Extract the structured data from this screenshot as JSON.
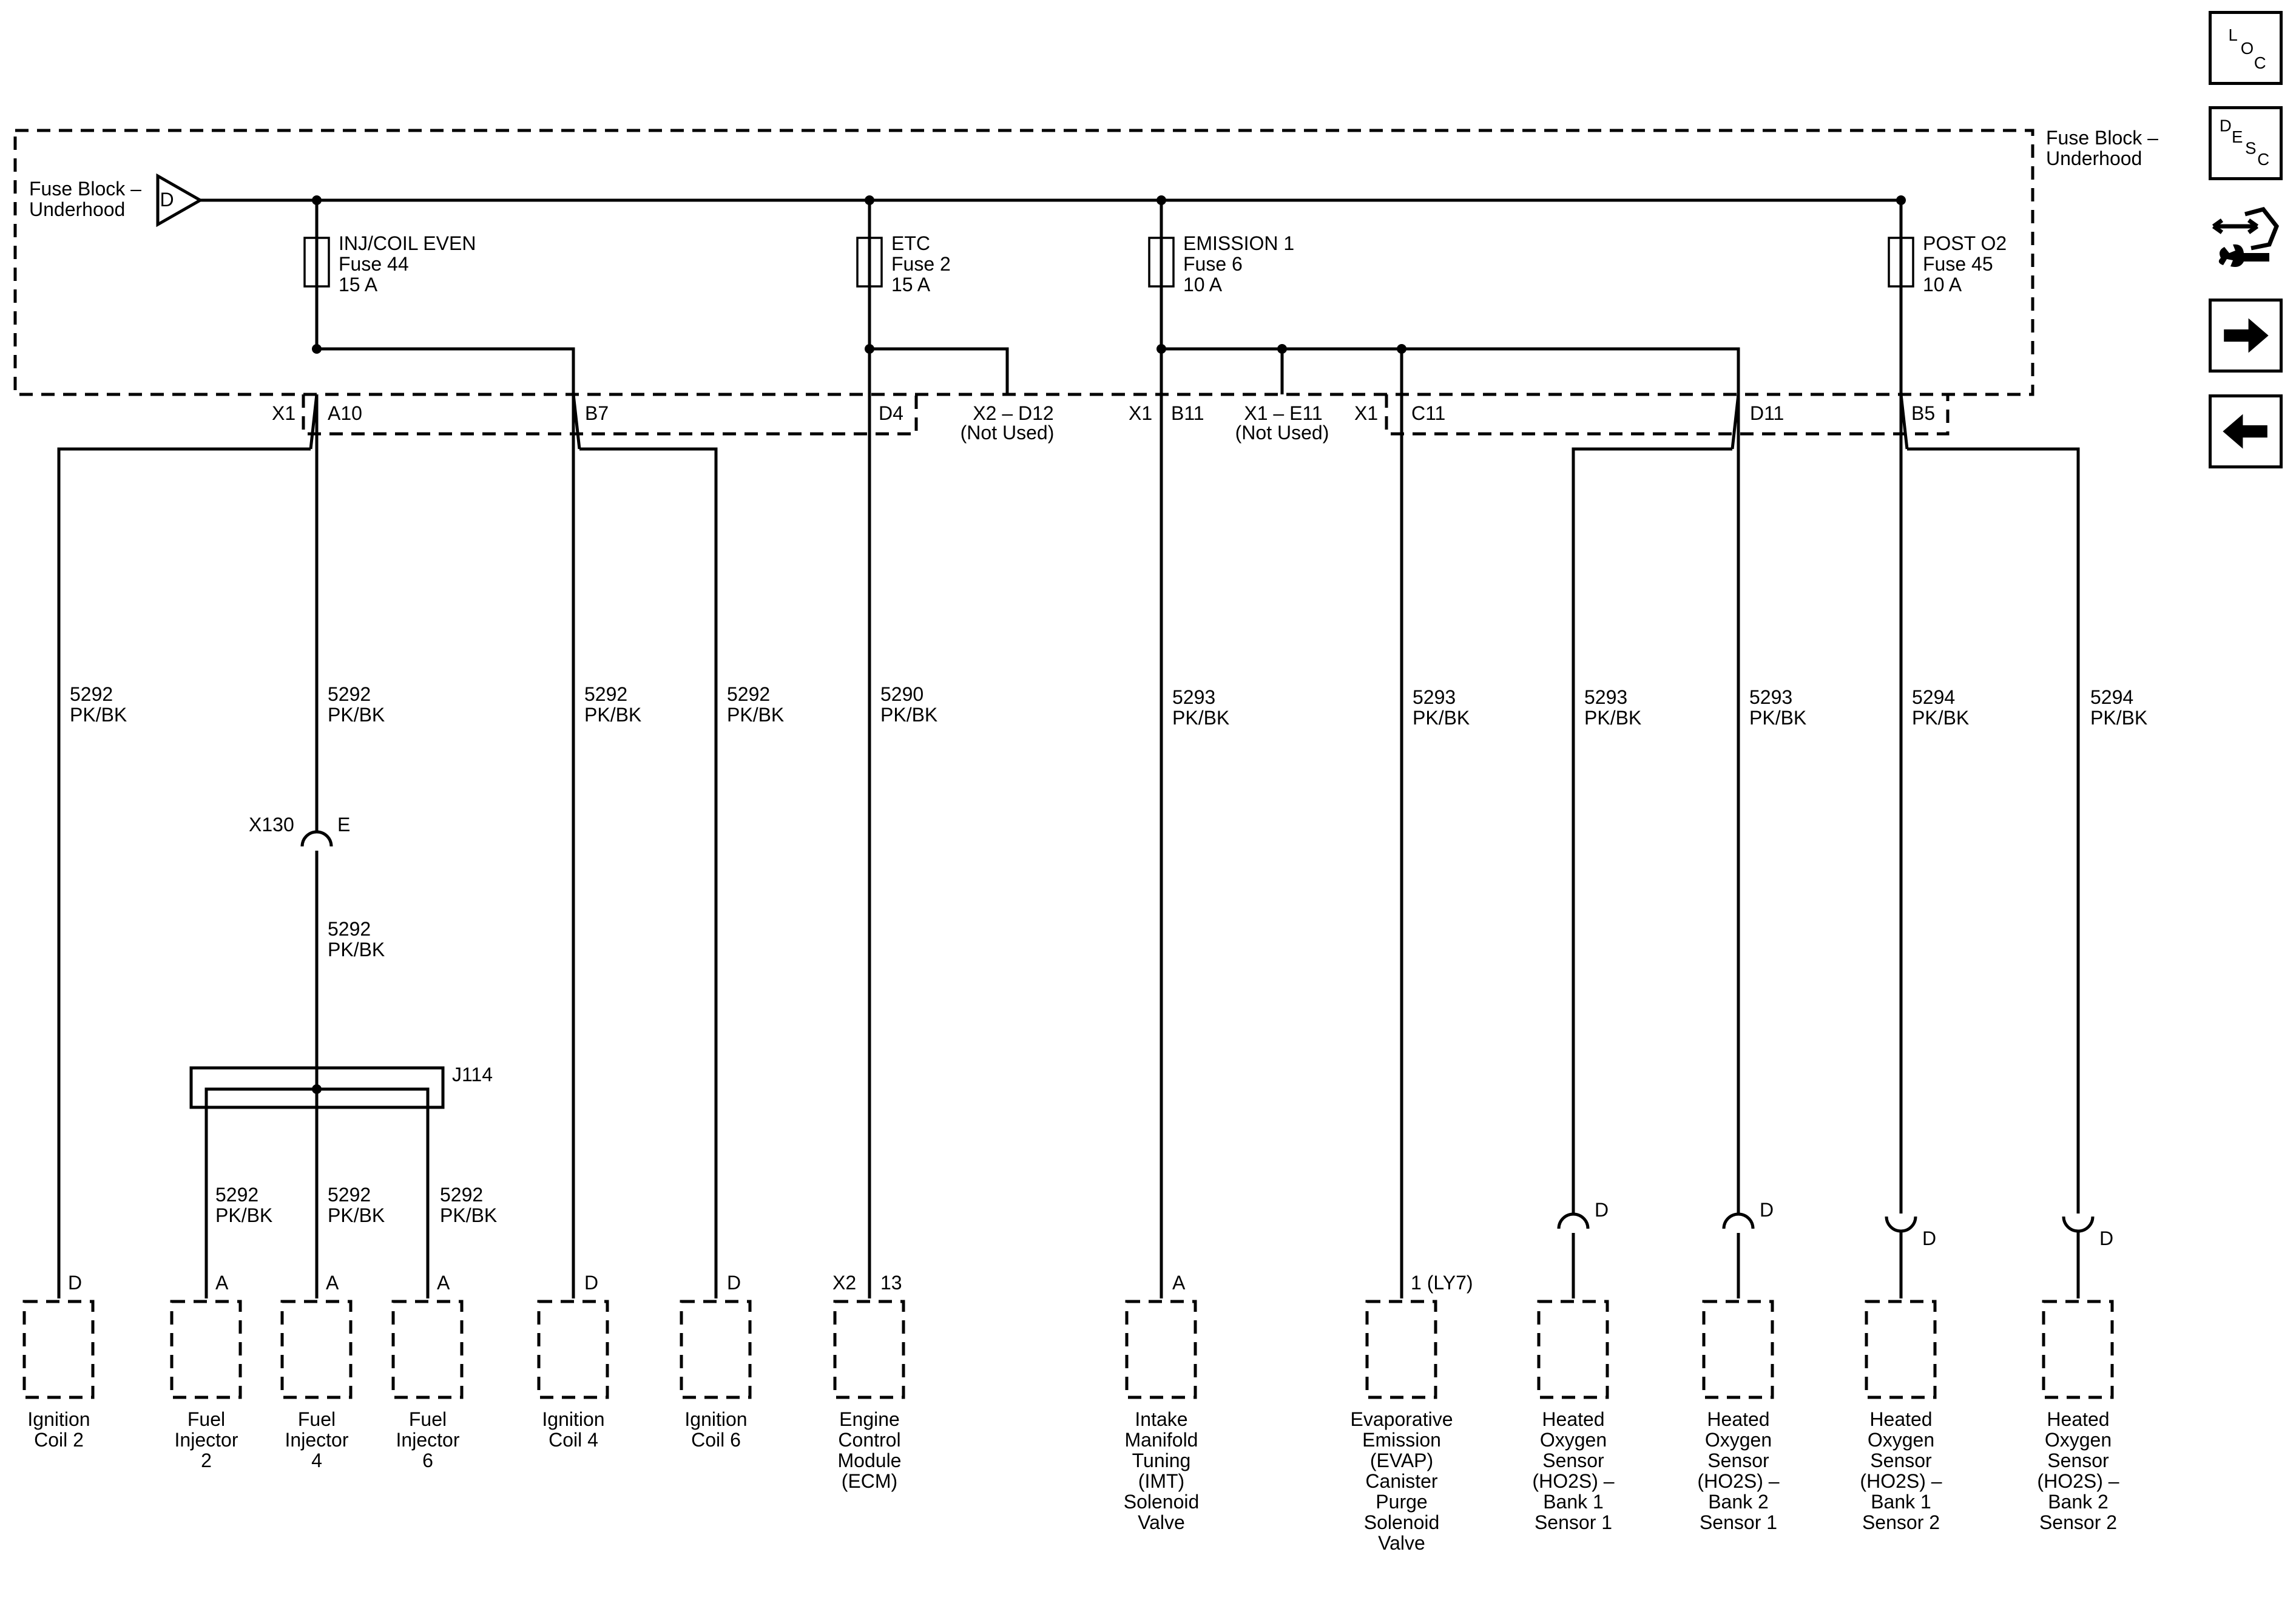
{
  "fuse_block": {
    "label_left": [
      "Fuse Block –",
      "Underhood"
    ],
    "label_right": [
      "Fuse Block –",
      "Underhood"
    ],
    "terminal": "D"
  },
  "fuses": [
    {
      "lines": [
        "INJ/COIL EVEN",
        "Fuse 44",
        "15 A"
      ]
    },
    {
      "lines": [
        "ETC",
        "Fuse 2",
        "15 A"
      ]
    },
    {
      "lines": [
        "EMISSION 1",
        "Fuse 6",
        "10 A"
      ]
    },
    {
      "lines": [
        "POST O2",
        "Fuse 45",
        "10 A"
      ]
    }
  ],
  "connector_labels": {
    "x1_a": "X1",
    "a10": "A10",
    "b7": "B7",
    "d4": "D4",
    "x2_d12": "X2 – D12",
    "not_used_1": "(Not Used)",
    "x1_b": "X1",
    "b11": "B11",
    "x1_e11": "X1 – E11",
    "not_used_2": "(Not Used)",
    "x1_c": "X1",
    "c11": "C11",
    "d11": "D11",
    "b5": "B5"
  },
  "wires": [
    {
      "circuit": "5292",
      "color": "PK/BK"
    },
    {
      "circuit": "5292",
      "color": "PK/BK"
    },
    {
      "circuit": "5292",
      "color": "PK/BK"
    },
    {
      "circuit": "5292",
      "color": "PK/BK"
    },
    {
      "circuit": "5290",
      "color": "PK/BK"
    },
    {
      "circuit": "5293",
      "color": "PK/BK"
    },
    {
      "circuit": "5293",
      "color": "PK/BK"
    },
    {
      "circuit": "5293",
      "color": "PK/BK"
    },
    {
      "circuit": "5293",
      "color": "PK/BK"
    },
    {
      "circuit": "5294",
      "color": "PK/BK"
    },
    {
      "circuit": "5294",
      "color": "PK/BK"
    }
  ],
  "inline_connector": {
    "name": "X130",
    "pin": "E"
  },
  "after_x130": {
    "circuit": "5292",
    "color": "PK/BK"
  },
  "splice": "J114",
  "splice_branches": [
    {
      "circuit": "5292",
      "color": "PK/BK"
    },
    {
      "circuit": "5292",
      "color": "PK/BK"
    },
    {
      "circuit": "5292",
      "color": "PK/BK"
    }
  ],
  "sensor_pins": [
    "D",
    "D",
    "D",
    "D"
  ],
  "components": [
    {
      "pin": "D",
      "lines": [
        "Ignition",
        "Coil 2"
      ]
    },
    {
      "pin": "A",
      "lines": [
        "Fuel",
        "Injector",
        "2"
      ]
    },
    {
      "pin": "A",
      "lines": [
        "Fuel",
        "Injector",
        "4"
      ]
    },
    {
      "pin": "A",
      "lines": [
        "Fuel",
        "Injector",
        "6"
      ]
    },
    {
      "pin": "D",
      "lines": [
        "Ignition",
        "Coil 4"
      ]
    },
    {
      "pin": "D",
      "lines": [
        "Ignition",
        "Coil 6"
      ]
    },
    {
      "pin_prefix": "X2",
      "pin": "13",
      "lines": [
        "Engine",
        "Control",
        "Module",
        "(ECM)"
      ]
    },
    {
      "pin": "A",
      "lines": [
        "Intake",
        "Manifold",
        "Tuning",
        "(IMT)",
        "Solenoid",
        "Valve"
      ]
    },
    {
      "pin": "1 (LY7)",
      "lines": [
        "Evaporative",
        "Emission",
        "(EVAP)",
        "Canister",
        "Purge",
        "Solenoid",
        "Valve"
      ]
    },
    {
      "pin": "",
      "lines": [
        "Heated",
        "Oxygen",
        "Sensor",
        "(HO2S) –",
        "Bank 1",
        "Sensor 1"
      ]
    },
    {
      "pin": "",
      "lines": [
        "Heated",
        "Oxygen",
        "Sensor",
        "(HO2S) –",
        "Bank 2",
        "Sensor 1"
      ]
    },
    {
      "pin": "",
      "lines": [
        "Heated",
        "Oxygen",
        "Sensor",
        "(HO2S) –",
        "Bank 1",
        "Sensor 2"
      ]
    },
    {
      "pin": "",
      "lines": [
        "Heated",
        "Oxygen",
        "Sensor",
        "(HO2S) –",
        "Bank 2",
        "Sensor 2"
      ]
    }
  ],
  "nav": {
    "loc": [
      "L",
      "O",
      "C"
    ],
    "desc": [
      "D",
      "E",
      "S",
      "C"
    ]
  }
}
